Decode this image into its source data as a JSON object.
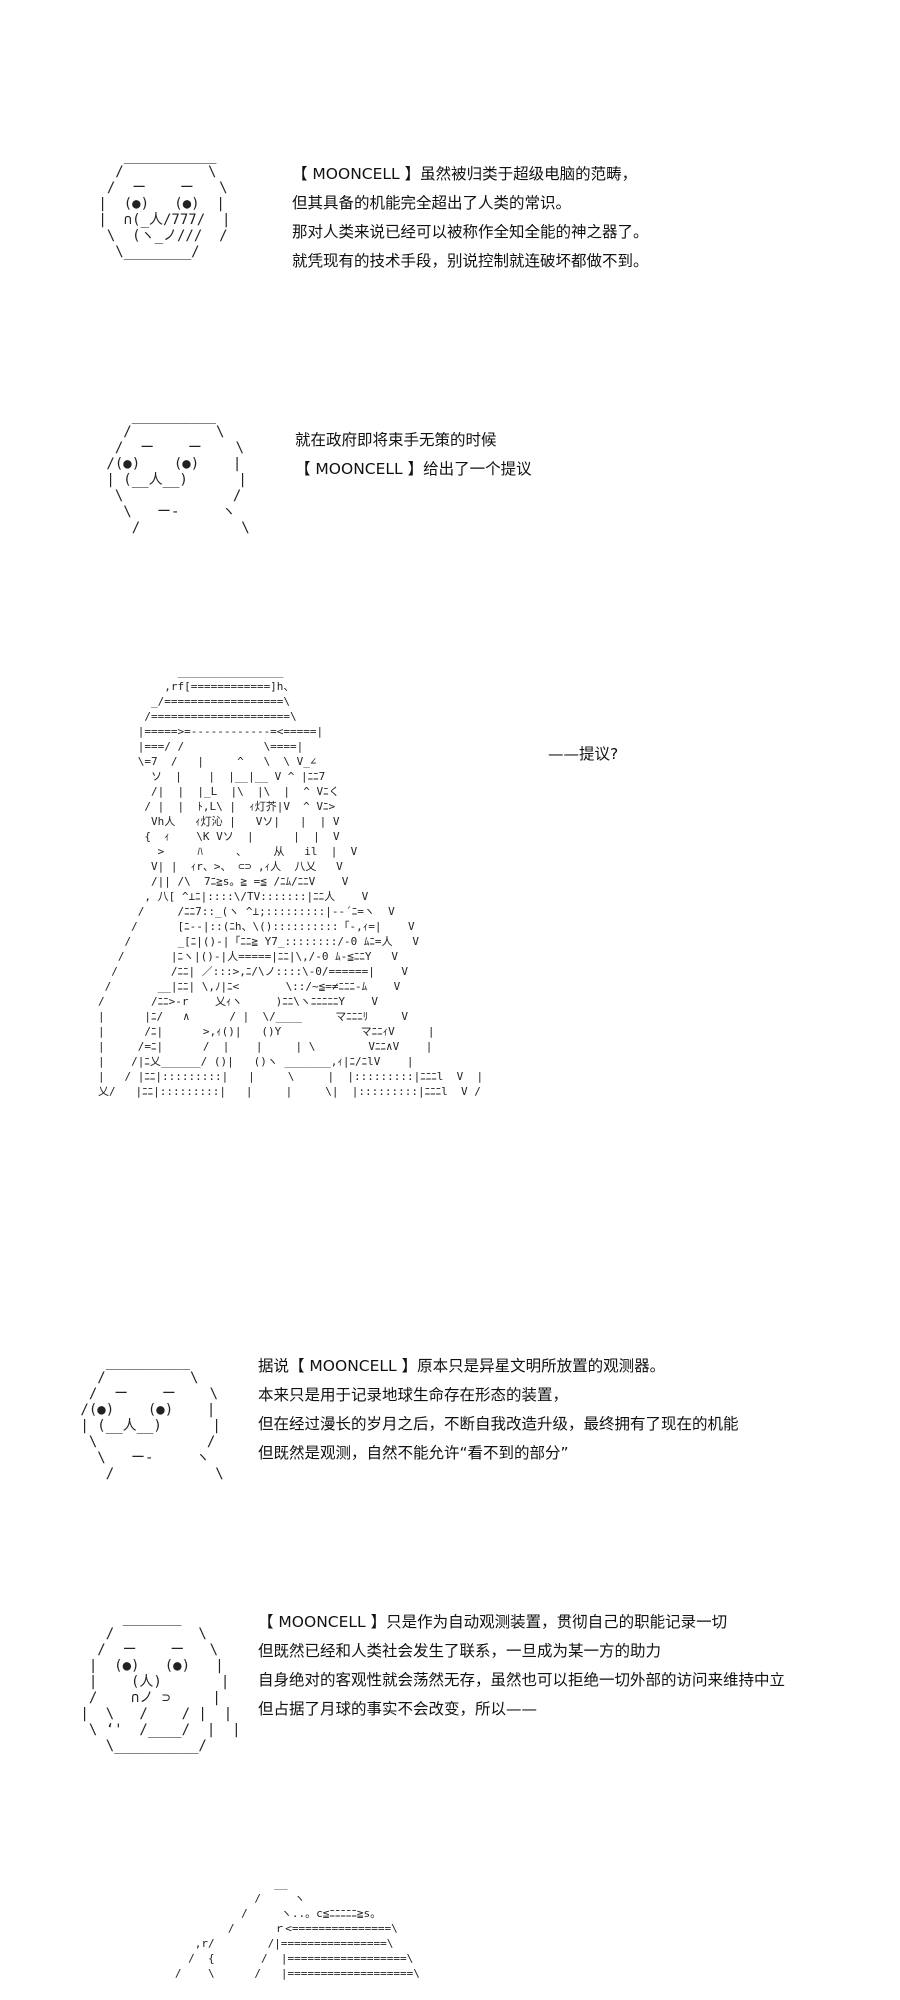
{
  "panels": [
    {
      "art": "    ___________\n   /          \\\n  /  ー    ー   \\\n |  (●)   (●)  |\n |  ∩(_人/777/  |\n  \\  (ヽ_ノ///  /\n   \\________/ ",
      "lines": [
        "【 MOONCELL 】虽然被归类于超级电脑的范畴，",
        "但其具备的机能完全超出了人类的常识。",
        "那对人类来说已经可以被称作全知全能的神之器了。",
        "就凭现有的技术手段，别说控制就连破坏都做不到。"
      ]
    },
    {
      "art": "    __________\n   /          \\\n  /  ー    ー    \\\n /(●)    (●)    |\n | (__人__)      |\n  \\             /\n   \\   ー-     ヽ\n    /            \\",
      "lines": [
        "就在政府即将束手无策的时候",
        "【 MOONCELL 】给出了一个提议"
      ]
    },
    {
      "art": "            ________________\n          ,rf[============]h、\n        _/==================\\\n       /=====================\\\n      |=====>=------------=<=====|\n      |===/ /            \\====|\n      \\=7  /   |     ^   \\  \\ V_∠\n        ソ  |    |  |__|__ V ^ |ﾆﾆ7\n        /|  |  |_L  |\\  |\\  |  ^ Vﾆく\n       / |  |  ﾄ,L\\ |  ｨ灯芥|V  ^ Vﾆ>\n        Vh人   ｨ灯沁 |   Vソ|   |  | V\n       {  ｨ    \\K Vソ  |      |  |  V\n         >     ﾊ     、    从   il  |  V\n        V| |  ｨr、>、 ⊂⊃ ,ｨ人  八乂   V\n        /|| /\\  7ﾆ≧s。≧ =≦ /ﾆﾑ/ﾆﾆV    V\n       , 八[ ^⊥ﾆ|::::\\/TV:::::::|ﾆﾆ人    V\n      /     /ﾆﾆ7::_(ヽ ^⊥;:::::::::|--´ﾆ=ヽ  V\n     /      [ﾆ--|::(ﾆh、\\()::::::::::「-,ｨ=|    V\n    /       _[ﾆ|()-|「ﾆﾆ≧ Y7_::::::::/-0 ﾑﾆ=人   V\n   /       |ﾆヽ|()-|人=====|ﾆﾆ|\\,/-0 ﾑ-≦ﾆﾆY   V\n  /        /ﾆﾆ| ／:::>,ﾆ/\\ノ::::\\-0/======|    V\n /       __|ﾆﾆ| \\,ﾉ|ﾆ<       \\::/~≦=≠ﾆﾆﾆ-ﾑ    V\n/       /ﾆﾆ>-r    乂ｨヽ     )ﾆﾆ\\ヽﾆﾆﾆﾆﾆY    V\n|      |ﾆ/   ∧      / |  \\/____     マﾆﾆﾆﾘ     V\n|      /ﾆ|      >,ｨ()|   ()Y            マﾆﾆｨV     |\n|     /=ﾆ|      /  |    |     | \\        Vﾆﾆ∧V    |\n|    /|ﾆ乂______/ ()|   ()ヽ _______,ｨ|ﾆ/ﾆlV    |\n|   / |ﾆﾆ|:::::::::|   |     \\     |  |:::::::::|ﾆﾆﾆl  V  |\n乂/   |ﾆﾆ|:::::::::|   |     |     \\|  |:::::::::|ﾆﾆﾆl  V /",
      "lines": [
        "——提议?"
      ]
    },
    {
      "art": "    __________\n   /          \\\n  /  ー    ー    \\\n /(●)    (●)    |\n | (__人__)      |\n  \\             /\n   \\   ー-     ヽ\n    /            \\",
      "lines": [
        "据说【 MOONCELL 】原本只是异星文明所放置的观测器。",
        "本来只是用于记录地球生命存在形态的装置，",
        "但在经过漫长的岁月之后，不断自我改造升级，最终拥有了现在的机能",
        "但既然是观测，自然不能允许“看不到的部分”"
      ]
    },
    {
      "art": "      _______\n    /          \\\n   /  ー    ー   \\\n  |  (●)   (●)   |\n  |    (人)       |\n  /    ∩ノ ⊃     |\n |  \\   /    / |  |\n  \\ ‘'  /____/  |  |\n    \\__________/",
      "lines": [
        "【 MOONCELL 】只是作为自动观测装置，贯彻自己的职能记录一切",
        "但既然已经和人类社会发生了联系，一旦成为某一方的助力",
        "自身绝对的客观性就会荡然无存，虽然也可以拒绝一切外部的访问来维持中立",
        "但占据了月球的事实不会改变，所以——"
      ]
    },
    {
      "art": "                  __ \n               /     ヽ\n             /     ヽ..。c≦ﾆﾆﾆﾆﾆ≧s。\n           /      ｒ<===============\\\n      ,r/        /|================\\\n     /  {       /  |==================\\\n   /    \\      /   |===================\\",
      "lines": []
    }
  ]
}
